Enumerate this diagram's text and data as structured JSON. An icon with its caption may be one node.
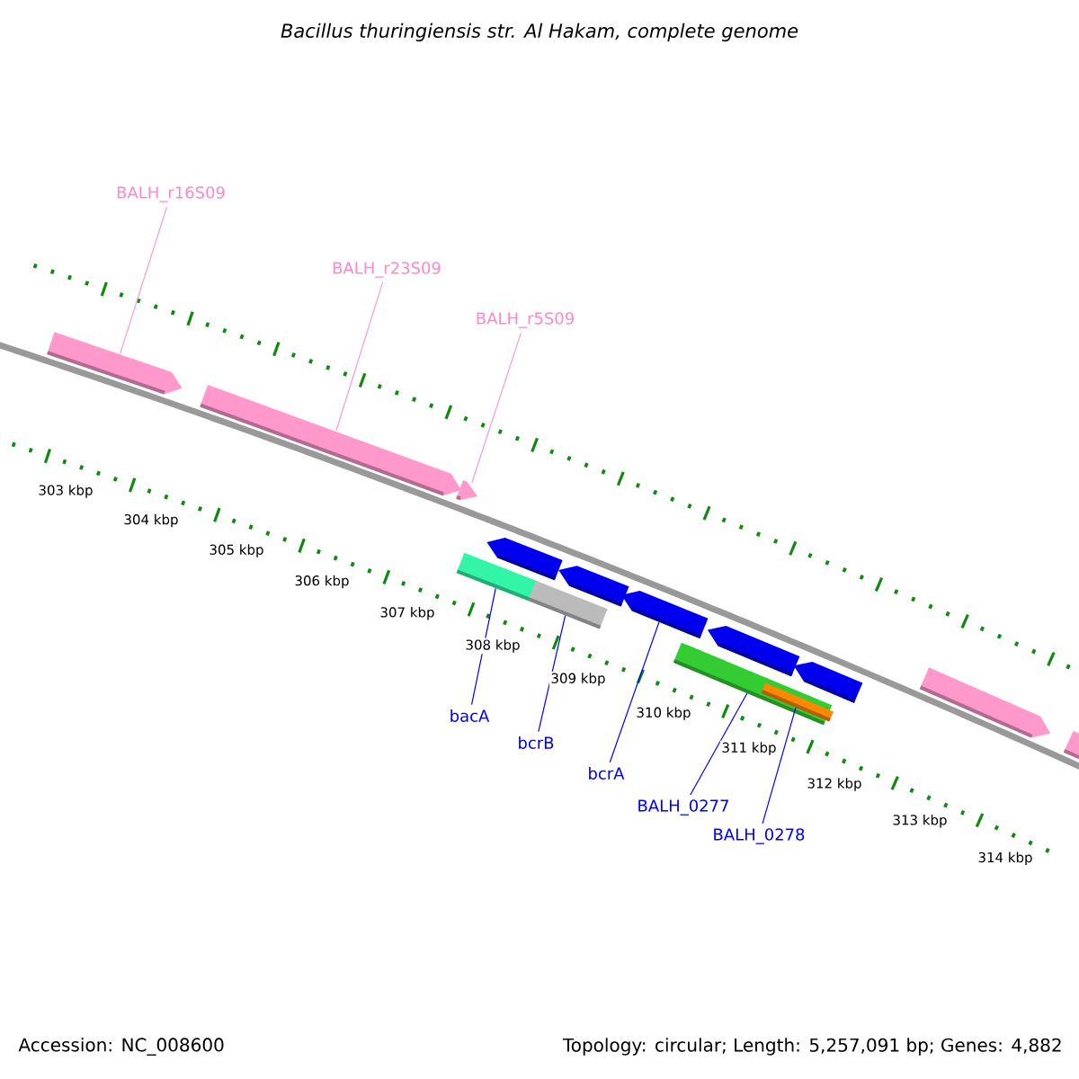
{
  "diagram": {
    "title": "Bacillus thuringiensis str. Al Hakam, complete genome",
    "nodes": [
      {
        "text": [
          "BALH_r16S09"
        ]
      },
      {
        "text": [
          "BALH_r23S09"
        ]
      },
      {
        "text": [
          "BALH_r5S09"
        ]
      },
      {
        "text": [],
        "shape": "arrow"
      },
      {
        "text": [],
        "shape": "arrow"
      },
      {
        "text": [],
        "shape": "arrow"
      },
      {
        "text": [],
        "shape": "arrow"
      },
      {
        "text": [],
        "shape": "bar"
      },
      {
        "text": [],
        "shape": "arrow"
      },
      {
        "text": [],
        "shape": "bar"
      },
      {
        "text": [],
        "shape": "arrow"
      },
      {
        "text": [],
        "shape": "arrow"
      },
      {
        "text": [],
        "shape": "bar"
      },
      {
        "text": [],
        "shape": "bar",
        "in": 12
      },
      {
        "text": [],
        "shape": "arrow"
      },
      {
        "text": [],
        "shape": "arrow"
      },
      {
        "text": [],
        "shape": "arrow"
      },
      {
        "text": [
          "bacA"
        ]
      },
      {
        "text": [
          "bcrB"
        ]
      },
      {
        "text": [
          "bcrA"
        ]
      },
      {
        "text": [
          "BALH_0277"
        ]
      },
      {
        "text": [
          "BALH_0278"
        ]
      }
    ],
    "edges": [
      {
        "from": 0,
        "to": 3,
        "arrow": "none",
        "color": "#ff99cc"
      },
      {
        "from": 1,
        "to": 4,
        "arrow": "none",
        "color": "#ff99cc"
      },
      {
        "from": 2,
        "to": 5,
        "arrow": "none",
        "color": "#ff99cc"
      },
      {
        "from": 17,
        "to": 7,
        "arrow": "none"
      },
      {
        "from": 18,
        "to": 9,
        "arrow": "none"
      },
      {
        "from": 19,
        "to": 10,
        "arrow": "none"
      },
      {
        "from": 20,
        "to": 12,
        "arrow": "none"
      },
      {
        "from": 21,
        "to": 13,
        "arrow": "none"
      }
    ],
    "labels": [
      "303 kbp",
      "304 kbp",
      "305 kbp",
      "306 kbp",
      "307 kbp",
      "308 kbp",
      "309 kbp",
      "310 kbp",
      "311 kbp",
      "312 kbp",
      "313 kbp",
      "314 kbp",
      "Accession: NC_008600",
      "Topology: circular; Length: 5,257,091 bp; Genes: 4,882"
    ]
  }
}
